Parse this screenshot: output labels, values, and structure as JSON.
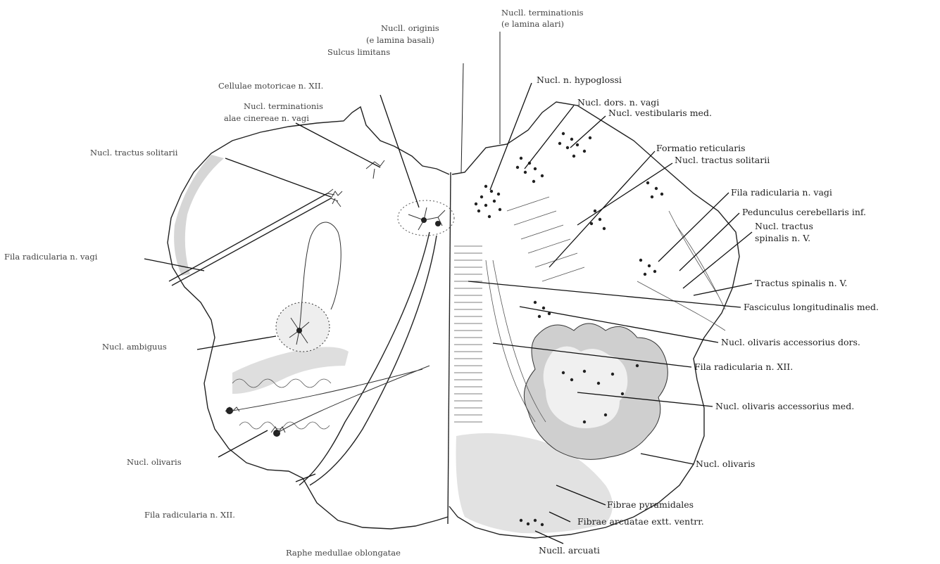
{
  "labels": {
    "nucl_terminationis_top": [
      "Nucll. terminationis",
      "(e lamina alari)"
    ],
    "nucl_originis": [
      "Nucll. originis",
      "(e lamina basali)"
    ],
    "sulcus_limitans": "Sulcus limitans",
    "cellulae_motoricae": "Cellulae motoricae n. XII.",
    "nucl_term_alae": [
      "Nucl. terminationis",
      "alae cinereae n. vagi"
    ],
    "nucl_tractus_solitarii_left": "Nucl. tractus solitarii",
    "fila_radicularia_vagi_left": "Fila radicularia n. vagi",
    "nucl_ambiguus": "Nucl. ambiguus",
    "nucl_olivaris_left": "Nucl. olivaris",
    "fila_radicularia_xii_left": "Fila radicularia n. XII.",
    "raphe": "Raphe medullae oblongatae",
    "nucl_hypoglossi": "Nucl. n. hypoglossi",
    "nucl_dors_vagi": "Nucl. dors. n. vagi",
    "nucl_vestibularis": "Nucl. vestibularis med.",
    "formatio_reticularis": "Formatio reticularis",
    "nucl_tractus_solitarii_right": "Nucl. tractus solitarii",
    "fila_radicularia_vagi_right": "Fila radicularia n. vagi",
    "pedunculus": "Pedunculus cerebellaris inf.",
    "nucl_tractus_spinalis": [
      "Nucl. tractus",
      "spinalis n. V."
    ],
    "tractus_spinalis": "Tractus spinalis n. V.",
    "fasciculus": "Fasciculus longitudinalis med.",
    "nucl_olivaris_acc_dors": "Nucl. olivaris accessorius dors.",
    "fila_radicularia_xii_right": "Fila radicularia n. XII.",
    "nucl_olivaris_acc_med": "Nucl. olivaris accessorius med.",
    "nucl_olivaris_right": "Nucl. olivaris",
    "fibrae_pyramidales": "Fibrae pyramidales",
    "fibrae_arcuatae": "Fibrae arcuatae extt. ventrr.",
    "nucll_arcuati": "Nucll. arcuati"
  }
}
